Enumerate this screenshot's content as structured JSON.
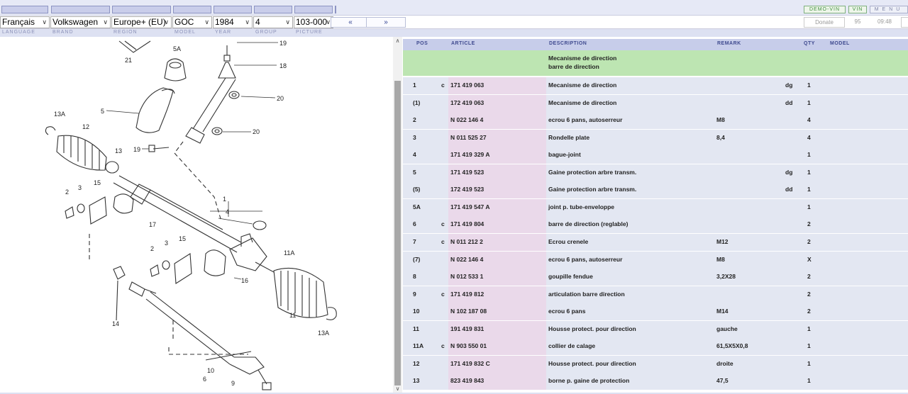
{
  "top_buttons": {
    "demo_vin": "DEMO-VIN",
    "vin": "VIN",
    "menu": "MENU"
  },
  "selectors": {
    "language": "Français",
    "brand": "Volkswagen",
    "region": "Europe+ (EU)",
    "model": "GOC",
    "year": "1984",
    "group": "4",
    "picture": "103-000"
  },
  "nav": {
    "prev": "«",
    "next": "»"
  },
  "right_boxes": {
    "donate": "Donate",
    "count": "95",
    "time": "09:48"
  },
  "labels": {
    "language": "LANGUAGE",
    "brand": "BRAND",
    "region": "REGION",
    "model": "MODEL",
    "year": "YEAR",
    "group": "GROUP",
    "picture": "PICTURE"
  },
  "table": {
    "headers": {
      "pos": "POS",
      "article": "ARTICLE",
      "description": "DESCRIPTION",
      "remark": "REMARK",
      "qty": "QTY",
      "model": "MODEL"
    },
    "group": {
      "line1": "Mecanisme de direction",
      "line2": "barre de direction"
    },
    "rows": [
      {
        "pos": "1",
        "c": "c",
        "article": "171 419 063",
        "description": "Mecanisme de direction",
        "remark": "",
        "model": "dg",
        "qty": "1"
      },
      {
        "pos": "(1)",
        "c": "",
        "article": "172 419 063",
        "description": "Mecanisme de direction",
        "remark": "",
        "model": "dd",
        "qty": "1"
      },
      {
        "pos": "2",
        "c": "",
        "article": "N  022 146 4",
        "description": "ecrou 6 pans, autoserreur",
        "remark": "M8",
        "model": "",
        "qty": "4"
      },
      {
        "pos": "3",
        "c": "",
        "article": "N  011 525 27",
        "description": "Rondelle plate",
        "remark": "8,4",
        "model": "",
        "qty": "4"
      },
      {
        "pos": "4",
        "c": "",
        "article": "171 419 329 A",
        "description": "bague-joint",
        "remark": "",
        "model": "",
        "qty": "1"
      },
      {
        "pos": "5",
        "c": "",
        "article": "171 419 523",
        "description": "Gaine protection arbre transm.",
        "remark": "",
        "model": "dg",
        "qty": "1"
      },
      {
        "pos": "(5)",
        "c": "",
        "article": "172 419 523",
        "description": "Gaine protection arbre transm.",
        "remark": "",
        "model": "dd",
        "qty": "1"
      },
      {
        "pos": "5A",
        "c": "",
        "article": "171 419 547 A",
        "description": "joint p. tube-enveloppe",
        "remark": "",
        "model": "",
        "qty": "1"
      },
      {
        "pos": "6",
        "c": "c",
        "article": "171 419 804",
        "description": "barre de direction (reglable)",
        "remark": "",
        "model": "",
        "qty": "2"
      },
      {
        "pos": "7",
        "c": "c",
        "article": "N  011 212 2",
        "description": "Ecrou crenele",
        "remark": "M12",
        "model": "",
        "qty": "2"
      },
      {
        "pos": "(7)",
        "c": "",
        "article": "N  022 146 4",
        "description": "ecrou 6 pans, autoserreur",
        "remark": "M8",
        "model": "",
        "qty": "X"
      },
      {
        "pos": "8",
        "c": "",
        "article": "N  012 533 1",
        "description": "goupille fendue",
        "remark": "3,2X28",
        "model": "",
        "qty": "2"
      },
      {
        "pos": "9",
        "c": "c",
        "article": "171 419 812",
        "description": "articulation barre direction",
        "remark": "",
        "model": "",
        "qty": "2"
      },
      {
        "pos": "10",
        "c": "",
        "article": "N  102 187 08",
        "description": "ecrou 6 pans",
        "remark": "M14",
        "model": "",
        "qty": "2"
      },
      {
        "pos": "11",
        "c": "",
        "article": "191 419 831",
        "description": "Housse protect. pour direction",
        "remark": "gauche",
        "model": "",
        "qty": "1"
      },
      {
        "pos": "11A",
        "c": "c",
        "article": "N  903 550 01",
        "description": "collier de calage",
        "remark": "61,5X5X0,8",
        "model": "",
        "qty": "1"
      },
      {
        "pos": "12",
        "c": "",
        "article": "171 419 832 C",
        "description": "Housse protect. pour direction",
        "remark": "droite",
        "model": "",
        "qty": "1"
      },
      {
        "pos": "13",
        "c": "",
        "article": "823 419 843",
        "description": "borne p. gaine de protection",
        "remark": "47,5",
        "model": "",
        "qty": "1"
      }
    ]
  },
  "diagram_labels": {
    "l21": "21",
    "l5a": "5A",
    "l19a": "19",
    "l18": "18",
    "l20a": "20",
    "l20b": "20",
    "l5": "5",
    "l13a_left": "13A",
    "l12": "12",
    "l13": "13",
    "l19b": "19",
    "l2a": "2",
    "l3a": "3",
    "l15a": "15",
    "l17": "17",
    "l1": "1",
    "l4": "4",
    "l2b": "2",
    "l3b": "3",
    "l15b": "15",
    "l11a": "11A",
    "l16": "16",
    "l14": "14",
    "l11": "11",
    "l13a_right": "13A",
    "l10": "10",
    "l6": "6",
    "l9": "9"
  },
  "colors": {
    "group_row": "#bde5b2",
    "row": "#e3e7f2",
    "article_cell": "#ead9ea",
    "header": "#c7cdea"
  }
}
